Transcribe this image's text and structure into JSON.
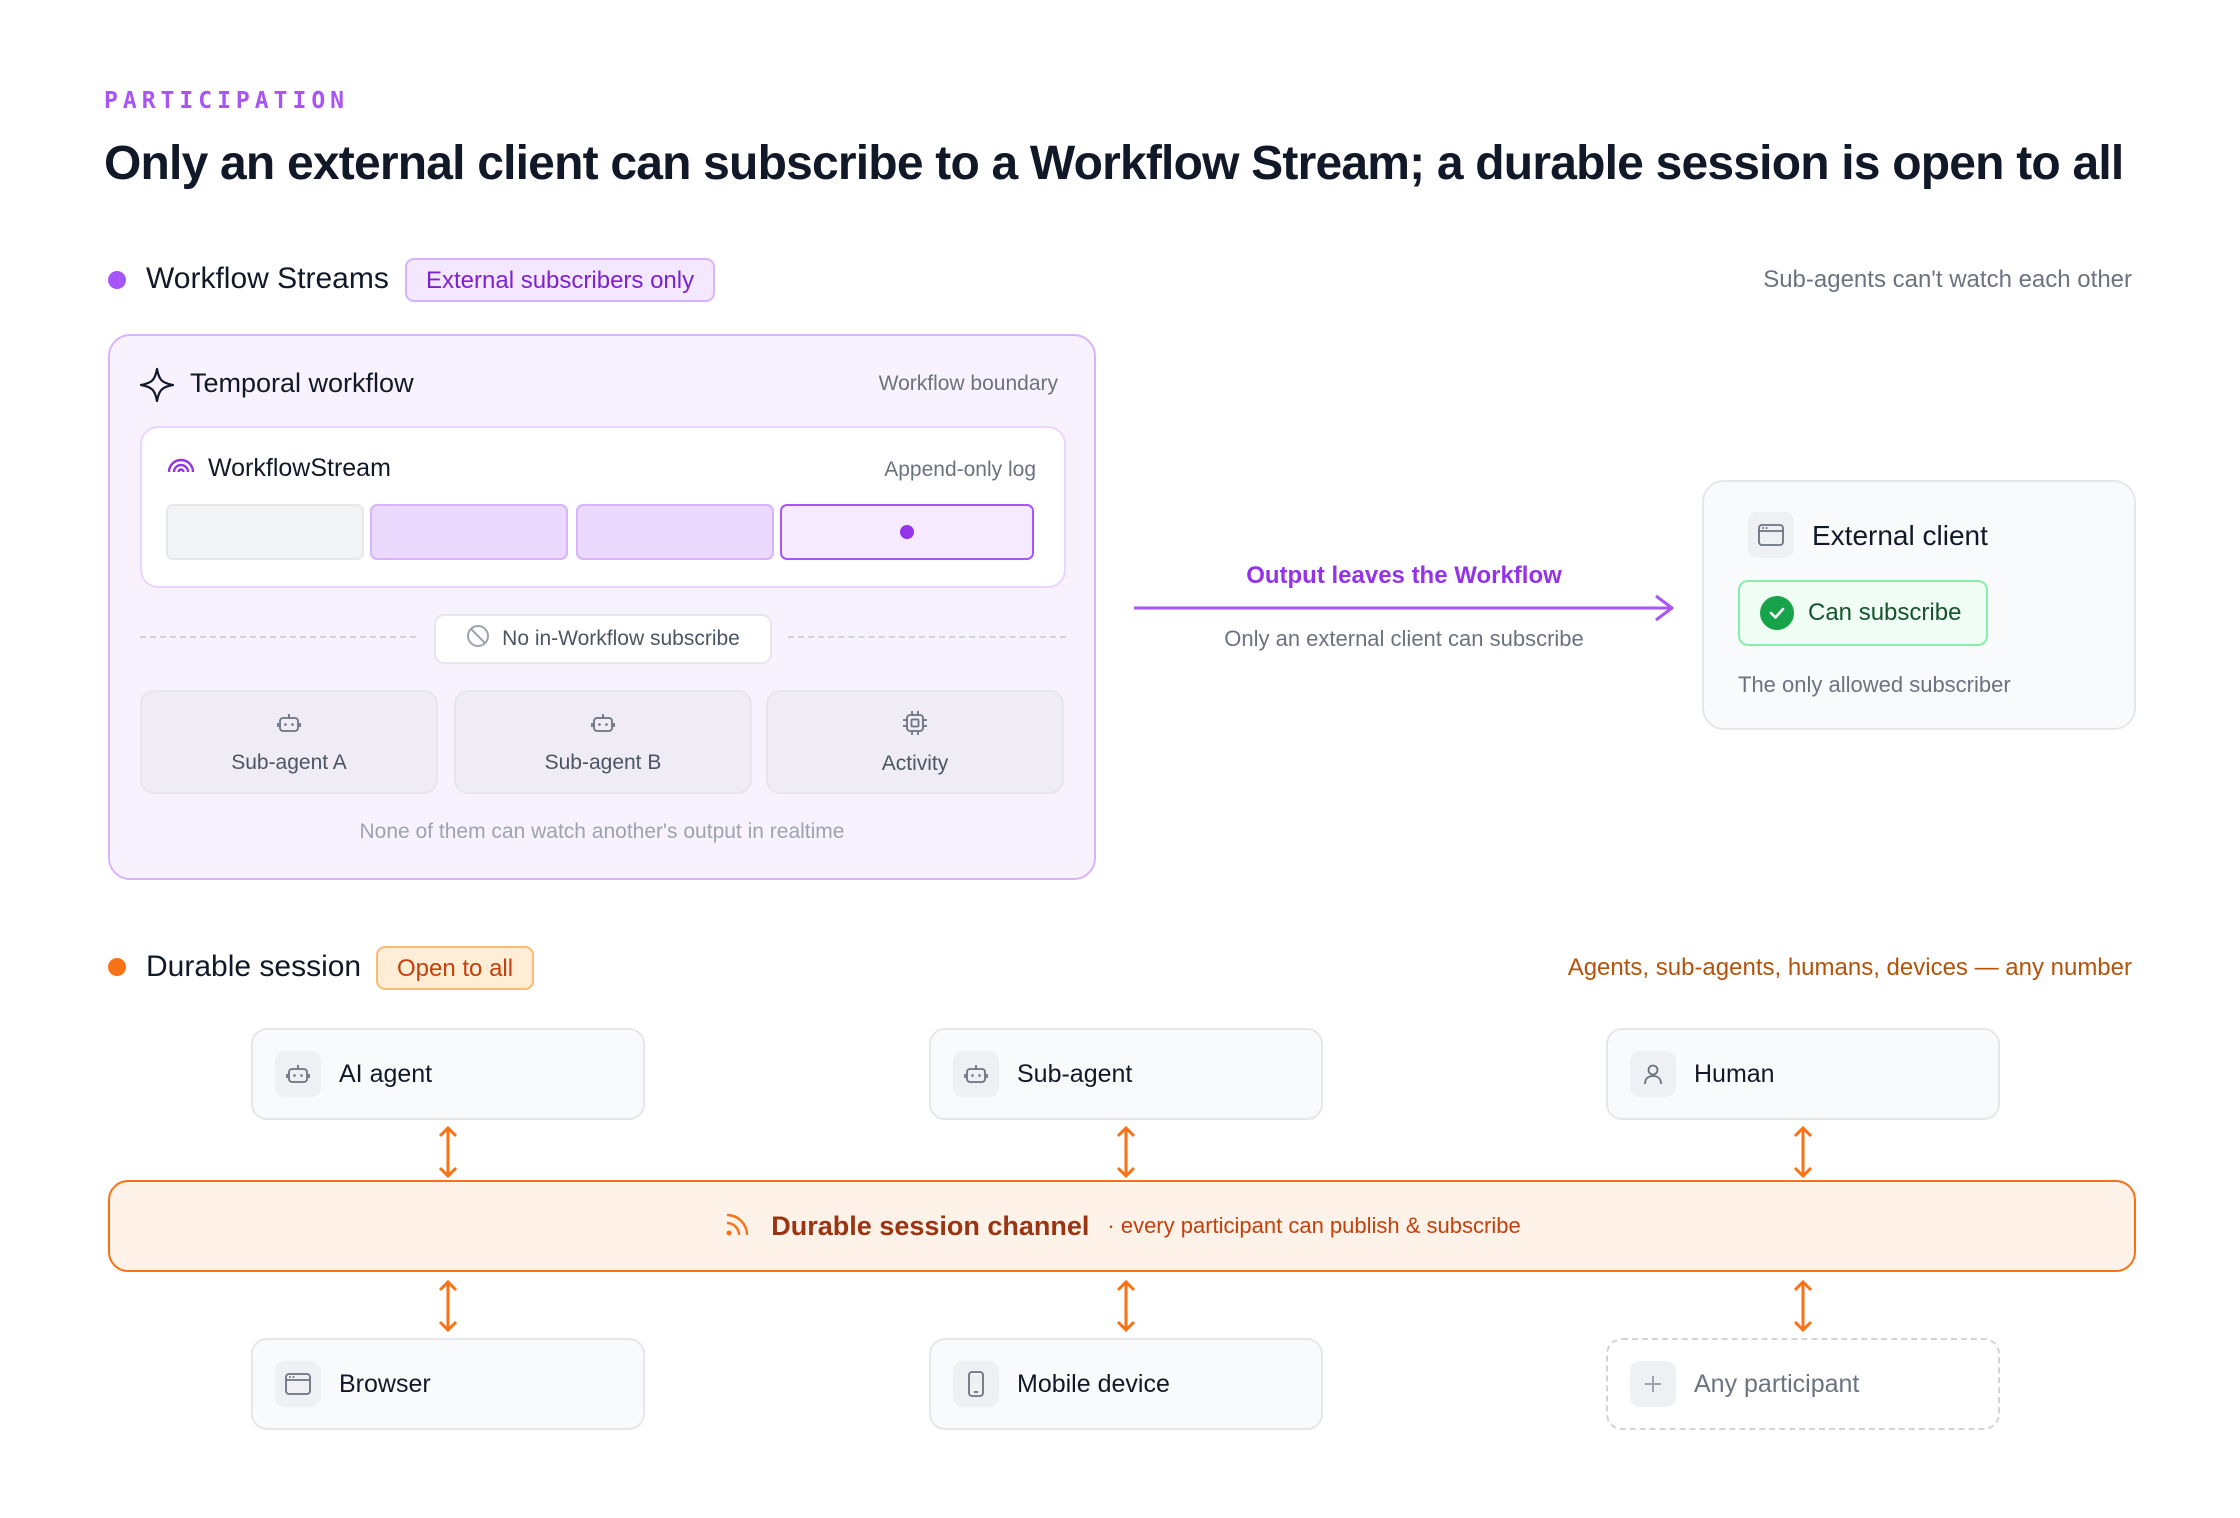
{
  "eyebrow": "PARTICIPATION",
  "title": "Only an external client can subscribe to a Workflow Stream; a durable session is open to all",
  "workflow_streams": {
    "heading": "Workflow Streams",
    "badge": "External subscribers only",
    "note": "Sub-agents can't watch each other",
    "colors": {
      "accent": "#a855f7",
      "box_bg": "#f8f2ff"
    },
    "temporal": {
      "title": "Temporal workflow",
      "boundary": "Workflow boundary",
      "icon": "temporal-star-icon"
    },
    "stream": {
      "title": "WorkflowStream",
      "subtitle": "Append-only log",
      "icon": "rainbow-icon"
    },
    "no_subscribe": "No in-Workflow subscribe",
    "participants": [
      {
        "label": "Sub-agent A",
        "icon": "robot-icon"
      },
      {
        "label": "Sub-agent B",
        "icon": "robot-icon"
      },
      {
        "label": "Activity",
        "icon": "cpu-chip-icon"
      }
    ],
    "footer": "None of them can watch another's output in realtime",
    "arrow": {
      "label": "Output leaves the Workflow",
      "sublabel": "Only an external client can subscribe"
    },
    "external": {
      "title": "External client",
      "badge": "Can subscribe",
      "note": "The only allowed subscriber",
      "icon": "browser-window-icon",
      "badge_color": "#16a34a"
    }
  },
  "durable_session": {
    "heading": "Durable session",
    "badge": "Open to all",
    "note": "Agents, sub-agents, humans, devices — any number",
    "colors": {
      "accent": "#f97316",
      "note": "#b45309"
    },
    "top_row": [
      {
        "label": "AI agent",
        "icon": "robot-icon"
      },
      {
        "label": "Sub-agent",
        "icon": "robot-icon"
      },
      {
        "label": "Human",
        "icon": "person-icon"
      }
    ],
    "channel": {
      "title": "Durable session channel",
      "subtitle": "· every participant can publish & subscribe",
      "icon": "rss-icon"
    },
    "bottom_row": [
      {
        "label": "Browser",
        "icon": "browser-window-icon"
      },
      {
        "label": "Mobile device",
        "icon": "phone-icon"
      },
      {
        "label": "Any participant",
        "icon": "plus-icon"
      }
    ]
  }
}
